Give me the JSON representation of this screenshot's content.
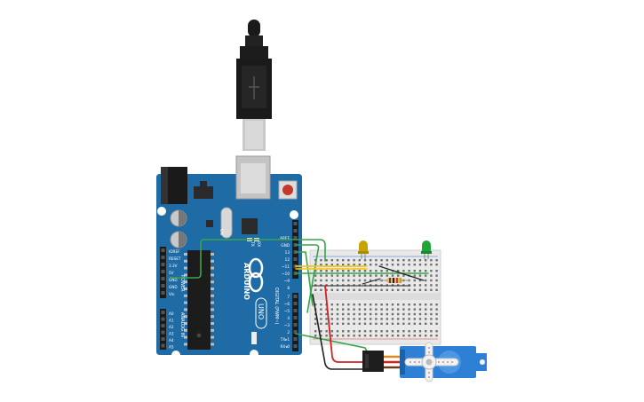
{
  "arduino": {
    "brand": "ARDUINO",
    "model": "UNO",
    "power_header_label": "POWER",
    "analog_header_label": "ANALOG IN",
    "digital_header_label": "DIGITAL (PWM~)",
    "power_pins": [
      "IOREF",
      "RESET",
      "3.3V",
      "5V",
      "GND",
      "GND",
      "Vin"
    ],
    "analog_pins": [
      "A0",
      "A1",
      "A2",
      "A3",
      "A4",
      "A5"
    ],
    "digital_pins_top": [
      "AREF",
      "GND",
      "13",
      "12",
      "~11",
      "~10",
      "~9",
      "8"
    ],
    "digital_pins_bottom": [
      "7",
      "~6",
      "~5",
      "4",
      "~3",
      "2",
      "TX▸1",
      "RX◂0"
    ],
    "tx_label": "TX",
    "rx_label": "RX",
    "on_label": "ON"
  },
  "components": {
    "usb_cable": "usb-b-cable",
    "breadboard": "mini-breadboard",
    "led_left_color": "#c9a400",
    "led_right_color": "#1fa53a",
    "servo_color": "#2e7fd6",
    "resistor": "resistor"
  },
  "colors": {
    "board": "#1f6ba5",
    "board_dark": "#175483",
    "wire_green": "#3aa34a",
    "wire_yellow": "#f2c41c",
    "wire_red": "#d42121",
    "wire_black": "#222222",
    "wire_orange": "#e08a1e"
  }
}
